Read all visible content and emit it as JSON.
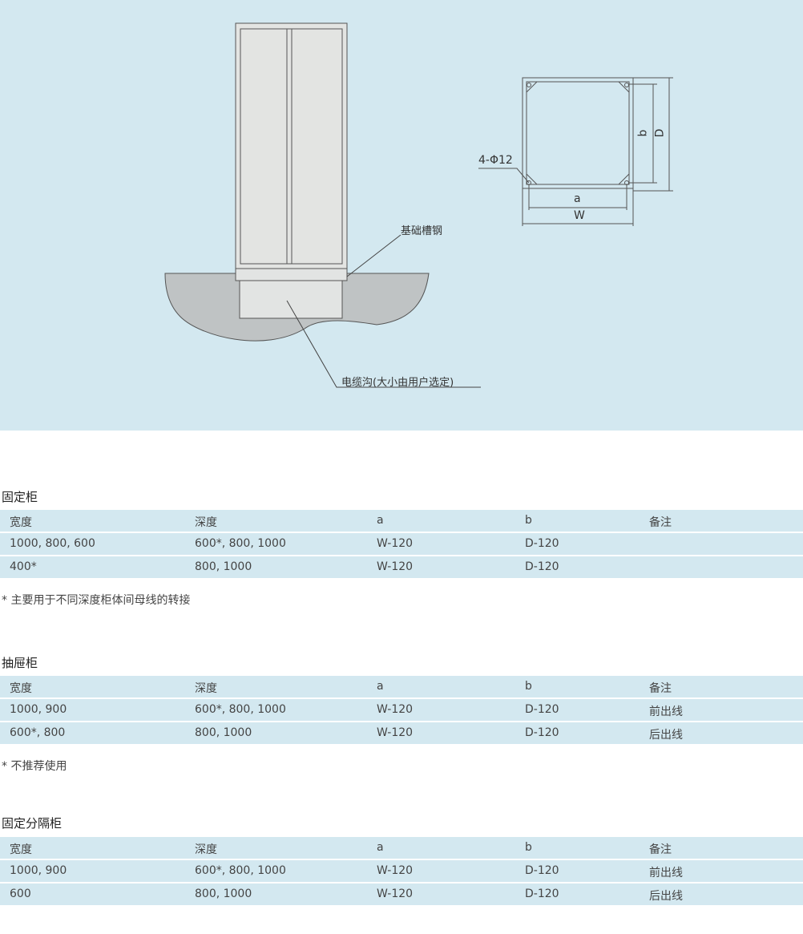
{
  "diagram": {
    "label_channel_steel": "基础槽钢",
    "label_cable_trench": "电缆沟(大小由用户选定)",
    "label_holes": "4-Φ12",
    "dim_a": "a",
    "dim_w": "W",
    "dim_b": "b",
    "dim_d": "D"
  },
  "columns": [
    "宽度",
    "深度",
    "a",
    "b",
    "备注"
  ],
  "sections": [
    {
      "title": "固定柜",
      "rows": [
        [
          "1000, 800, 600",
          "600*, 800, 1000",
          "W-120",
          "D-120",
          ""
        ],
        [
          "400*",
          "800, 1000",
          "W-120",
          "D-120",
          ""
        ]
      ],
      "note": "*  主要用于不同深度柜体间母线的转接"
    },
    {
      "title": "抽屉柜",
      "rows": [
        [
          "1000, 900",
          "600*, 800, 1000",
          "W-120",
          "D-120",
          "前出线"
        ],
        [
          "600*, 800",
          "800, 1000",
          "W-120",
          "D-120",
          "后出线"
        ]
      ],
      "note": "*  不推荐使用"
    },
    {
      "title": "固定分隔柜",
      "rows": [
        [
          "1000, 900",
          "600*, 800, 1000",
          "W-120",
          "D-120",
          "前出线"
        ],
        [
          "600",
          "800, 1000",
          "W-120",
          "D-120",
          "后出线"
        ]
      ]
    }
  ]
}
